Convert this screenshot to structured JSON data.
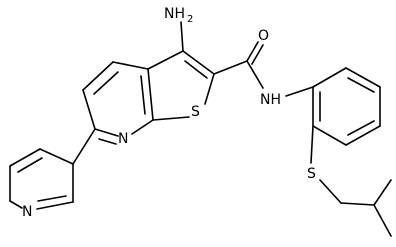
{
  "molecule": {
    "atoms": {
      "nh2": {
        "symbol": "NH",
        "subscript": "2"
      },
      "o_carbonyl": {
        "symbol": "O"
      },
      "s_thiophene": {
        "symbol": "S"
      },
      "n_pyridine_fused": {
        "symbol": "N"
      },
      "n_amide": {
        "symbol": "NH"
      },
      "n_pyridyl": {
        "symbol": "N"
      },
      "s_thioether": {
        "symbol": "S"
      }
    }
  }
}
